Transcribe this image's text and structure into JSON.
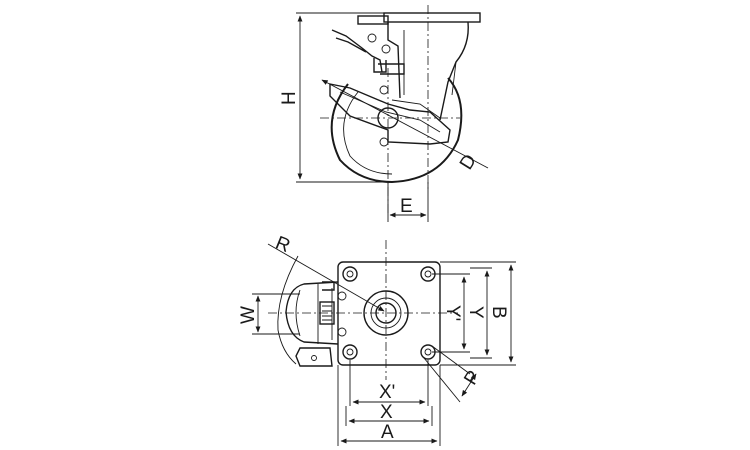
{
  "side_view": {
    "labels": {
      "height": "H",
      "diameter": "D",
      "offset": "E"
    }
  },
  "bottom_view": {
    "labels": {
      "radius": "R",
      "width": "W",
      "hole_span_y_inner": "Y'",
      "hole_span_y": "Y",
      "plate_b": "B",
      "hole_span_x_inner": "X'",
      "hole_span_x": "X",
      "plate_a": "A",
      "bolt_hole": "P"
    }
  }
}
